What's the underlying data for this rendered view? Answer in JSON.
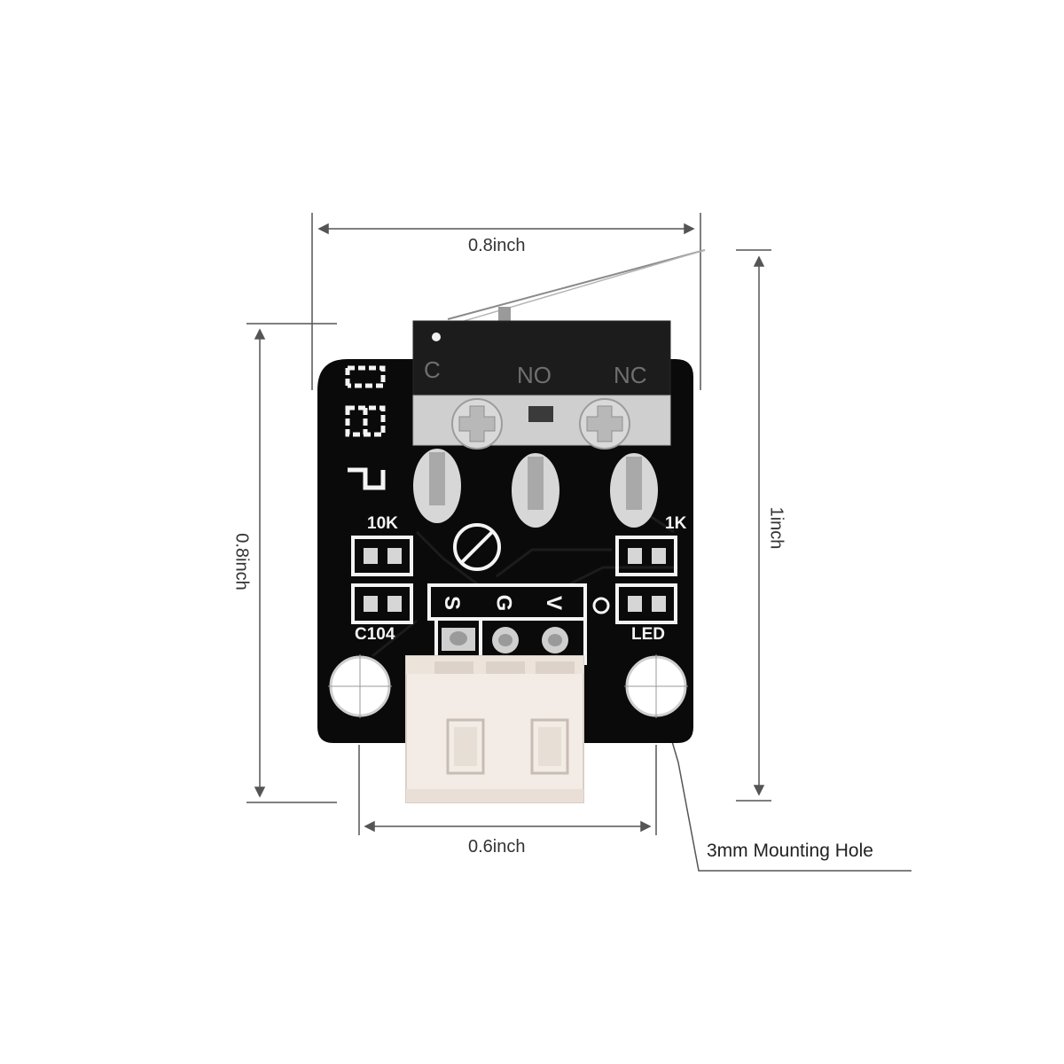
{
  "dimensions": {
    "top_width": "0.8inch",
    "left_height": "0.8inch",
    "right_height": "1inch",
    "bottom_width": "0.6inch"
  },
  "callout": {
    "mounting_hole": "3mm Mounting Hole"
  },
  "switch": {
    "pin_c": "C",
    "pin_no": "NO",
    "pin_nc": "NC"
  },
  "silkscreen": {
    "resistor_left": "10K",
    "resistor_right": "1K",
    "capacitor": "C104",
    "led": "LED",
    "pin_s": "S",
    "pin_g": "G",
    "pin_v": "V"
  },
  "colors": {
    "pcb": "#0a0a0a",
    "silkscreen": "#f4f4f4",
    "connector": "#f3ece6",
    "switch_body": "#1c1c1c",
    "switch_base": "#cfcfcf"
  }
}
